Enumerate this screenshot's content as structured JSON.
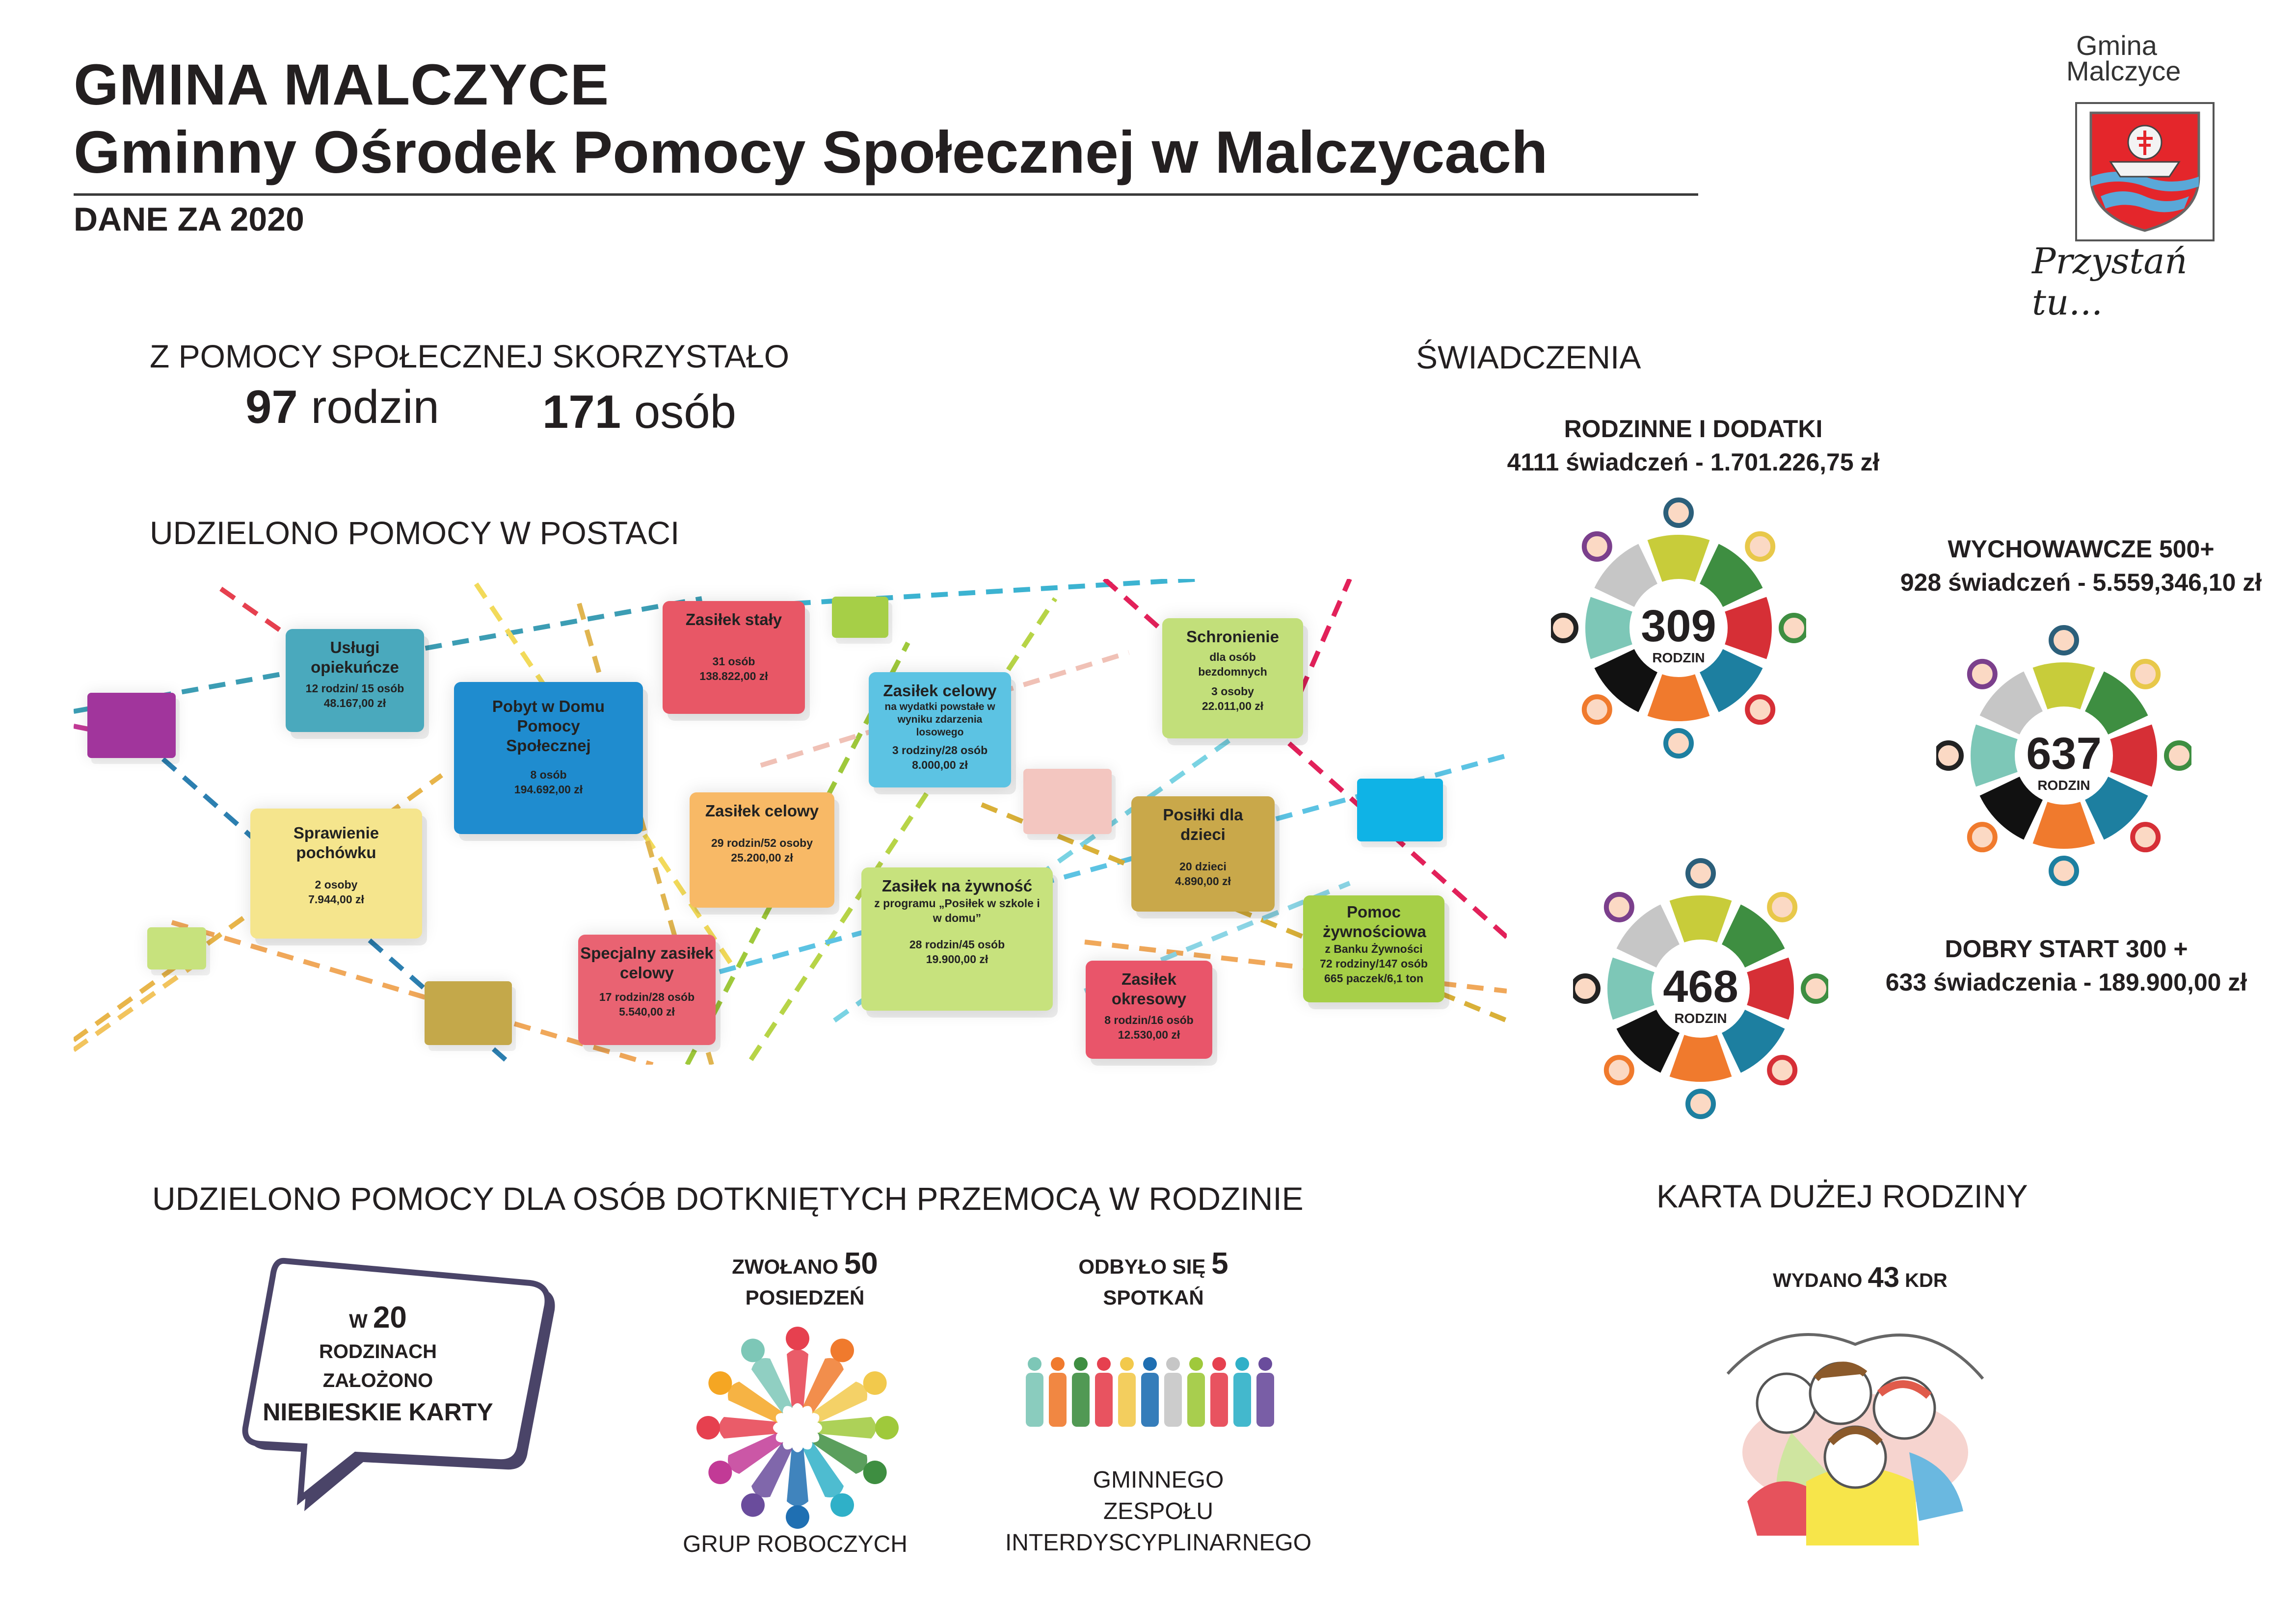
{
  "header": {
    "title": "GMINA MALCZYCE",
    "subtitle": "Gminny Ośrodek Pomocy Społecznej w Malczycach",
    "period": "DANE ZA 2020"
  },
  "logo": {
    "name_line1": "Gmina",
    "name_line2": "Malczyce",
    "slogan": "Przystań tu..."
  },
  "assistance": {
    "heading": "Z POMOCY SPOŁECZNEJ SKORZYSTAŁO",
    "families_num": "97",
    "families_label": "rodzin",
    "persons_num": "171",
    "persons_label": "osób"
  },
  "forms": {
    "heading": "UDZIELONO POMOCY W POSTACI",
    "cards": [
      {
        "title": "Usługi opiekuńcze",
        "detail": "12 rodzin/ 15 osób",
        "amount": "48.167,00 zł",
        "color": "#4aa9bd"
      },
      {
        "title": "Pobyt w Domu Pomocy Społecznej",
        "detail": "8 osób",
        "amount": "194.692,00 zł",
        "color": "#1f8ccf"
      },
      {
        "title": "Zasiłek stały",
        "detail": "31 osób",
        "amount": "138.822,00 zł",
        "color": "#e85766"
      },
      {
        "title": "Zasiłek celowy",
        "note": "na wydatki powstałe w wyniku zdarzenia losowego",
        "detail": "3 rodziny/28 osób",
        "amount": "8.000,00 zł",
        "color": "#5cc3e3"
      },
      {
        "title": "Schronienie",
        "note": "dla osób bezdomnych",
        "detail": "3 osoby",
        "amount": "22.011,00 zł",
        "color": "#c2df7a"
      },
      {
        "title": "Sprawienie pochówku",
        "detail": "2 osoby",
        "amount": "7.944,00 zł",
        "color": "#f5e58d"
      },
      {
        "title": "Zasiłek celowy",
        "detail": "29 rodzin/52 osoby",
        "amount": "25.200,00 zł",
        "color": "#f8b966"
      },
      {
        "title": "Zasiłek na żywność",
        "note": "z programu „Posiłek w szkole i w domu”",
        "detail": "28 rodzin/45 osób",
        "amount": "19.900,00 zł",
        "color": "#c7e27d"
      },
      {
        "title": "Posiłki dla dzieci",
        "detail": "20 dzieci",
        "amount": "4.890,00 zł",
        "color": "#c9a84a"
      },
      {
        "title": "Specjalny zasiłek celowy",
        "detail": "17 rodzin/28 osób",
        "amount": "5.540,00 zł",
        "color": "#e96372"
      },
      {
        "title": "Zasiłek okresowy",
        "detail": "8 rodzin/16 osób",
        "amount": "12.530,00 zł",
        "color": "#e9556a"
      },
      {
        "title": "Pomoc żywnościowa",
        "note": "z Banku Żywności",
        "detail": "72 rodziny/147 osób",
        "amount": "665 paczek/6,1 ton",
        "color": "#a6cf47"
      }
    ]
  },
  "benefits": {
    "heading": "ŚWIADCZENIA",
    "items": [
      {
        "name": "RODZINNE I DODATKI",
        "value": "4111 świadczeń - 1.701.226,75 zł",
        "families": "309",
        "unit": "RODZIN"
      },
      {
        "name": "WYCHOWAWCZE 500+",
        "value": "928 świadczeń - 5.559,346,10 zł",
        "families": "637",
        "unit": "RODZIN"
      },
      {
        "name": "DOBRY START 300 +",
        "value": "633 świadczenia - 189.900,00 zł",
        "families": "468",
        "unit": "RODZIN"
      }
    ]
  },
  "violence": {
    "heading": "UDZIELONO POMOCY DLA OSÓB DOTKNIĘTYCH PRZEMOCĄ W RODZINIE",
    "bubble_prefix": "W",
    "bubble_num": "20",
    "bubble_line2": "RODZINACH",
    "bubble_line3": "ZAŁOŻONO",
    "bubble_line4": "NIEBIESKIE KARTY",
    "meetings_prefix": "ZWOŁANO",
    "meetings_num": "50",
    "meetings_label": "POSIEDZEŃ",
    "groups_label": "GRUP ROBOCZYCH",
    "sessions_prefix": "ODBYŁO SIĘ",
    "sessions_num": "5",
    "sessions_label": "SPOTKAŃ",
    "team_line1": "GMINNEGO",
    "team_line2": "ZESPOŁU",
    "team_line3": "INTERDYSCYPLINARNEGO"
  },
  "kdr": {
    "heading": "KARTA DUŻEJ RODZINY",
    "prefix": "WYDANO",
    "num": "43",
    "suffix": "KDR"
  }
}
